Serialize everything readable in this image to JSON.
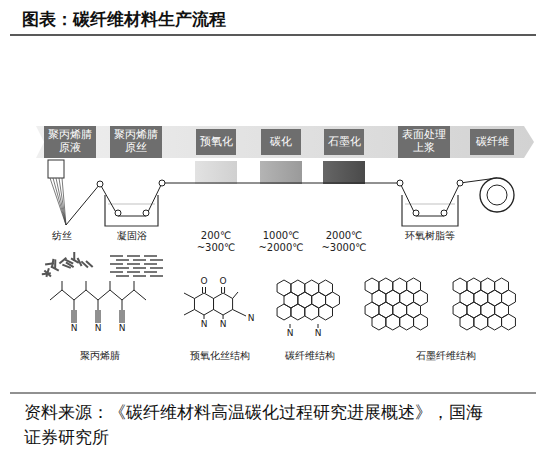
{
  "diagram": {
    "title": "图表：碳纤维材料生产流程",
    "caption": "资料来源：《碳纤维材料高温碳化过程研究进展概述》，国海证券研究所",
    "nodes": [
      {
        "text": [
          "聚丙烯腈原液"
        ]
      },
      {
        "text": [
          "聚丙烯腈原丝"
        ]
      },
      {
        "text": [
          "预氧化"
        ]
      },
      {
        "text": [
          "碳化"
        ]
      },
      {
        "text": [
          "石墨化"
        ]
      },
      {
        "text": [
          "表面处理上浆"
        ]
      },
      {
        "text": [
          "碳纤维"
        ]
      }
    ],
    "labels": [
      "纺丝",
      "凝固浴",
      "200℃ ~300℃",
      "1000℃ ~2000℃",
      "2000℃ ~3000℃",
      "环氧树脂等",
      "N",
      "N",
      "N",
      "O",
      "O",
      "N",
      "N",
      "N",
      "N",
      "N",
      "聚丙烯腈",
      "预氧化丝结构",
      "碳纤维结构",
      "石墨纤维结构"
    ]
  }
}
